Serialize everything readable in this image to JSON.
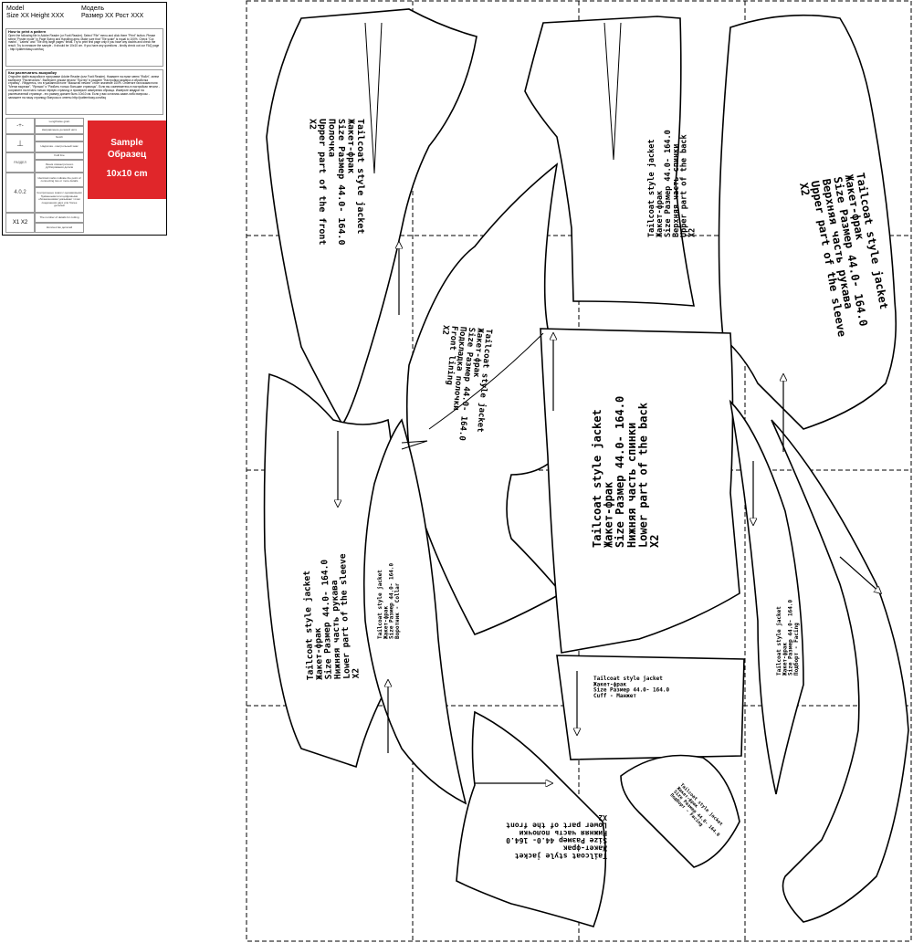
{
  "legend": {
    "model_en": "Model",
    "size_en": "Size XX Height XXX",
    "model_ru": "Модель",
    "size_ru": "Размер XX Рост XXX",
    "how_to_print_title": "How to print a pattern",
    "how_to_print_text": "Open the following file in Adobe Reader (or Foxit Reader). Select \"File\" menu and click there \"Print\" button. Please select \"Poster mode\" in Page Sizing and Handling area. Make sure that \"Tile scale\" is equal to 100%. Check \"Cut marks\", \"Labels\" and \"Tile only large pages\" fields. Try to print first page only if you have any doubts and check the result. Try to measure the sample - it should be 10x10 cm. If you have any questions - kindly check out our FAQ page - http://patternbasy.com/faq",
    "ru_title": "Как распечатать выкройку",
    "ru_text": "Откройте файл выкройки в программе Adobe Reader (или Foxit Reader). Нажмите на пункт меню \"Файл\", затем выберите \"Распечатать\". Выберите режим печати \"Постер\" в разделе \"Настройка размера и обработка страниц\". Убедитесь, что в указанной поле \"Масштаб печати\" стоит значение 100%. Отметьте галочками поля \"Метки вырезки\", \"Ярлыки\" и \"Разбить только большие страницы\". Если вы сомневаетесь в настройках печати - сохраните на печать только первую страницу и проверьте измерения образца. Измерьте квадрат на распечатанной странице - его размер должен быть 10х10 см. Если у вас остались какие-либо вопросы - запишите на нашу страницу Вопросы и ответы http://patternbasy.com/faq",
    "symbols": [
      {
        "glyph": "-+-",
        "text": "Lengthwise grain"
      },
      {
        "glyph": "",
        "text": "Направление долевой нити"
      },
      {
        "glyph": "⊥",
        "text": "Notch"
      },
      {
        "glyph": "",
        "text": "Надсечка - контрольный знак"
      },
      {
        "glyph": "РАЗДЕЛ",
        "text": "Fold line"
      },
      {
        "glyph": "",
        "text": "Линия симметричного дублирования детали"
      },
      {
        "glyph": "4.0.2",
        "text": "Identical marks indicate the point of connecting two or more details"
      },
      {
        "glyph": "",
        "text": "Контрольные знаки с одинаковыми буквенными или цифровыми обозначениями указывают точки соединения двух или более деталей"
      },
      {
        "glyph": "X1 X2",
        "text": "The number of details for cutting"
      },
      {
        "glyph": "",
        "text": "Количество деталей"
      }
    ],
    "sample_en": "Sample",
    "sample_ru": "Образец",
    "sample_size": "10x10 cm"
  },
  "pieces": [
    {
      "lines": [
        "Tailcoat style jacket",
        "Жакет-фрак",
        "Size Размер   44.0- 164.0",
        "Полочка",
        "Upper part of the front",
        "X2"
      ]
    },
    {
      "lines": [
        "Tailcoat style jacket",
        "Жакет-фрак",
        "Size Размер   44.0- 164.0",
        "Верхняя часть спинки",
        "Upper part of the back",
        "X2"
      ]
    },
    {
      "lines": [
        "Tailcoat style jacket",
        "Жакет-фрак",
        "Size Размер   44.0- 164.0",
        "Верхняя часть рукава",
        "Upper part of the sleeve",
        "X2"
      ]
    },
    {
      "lines": [
        "Tailcoat style jacket",
        "Жакет-фрак",
        "Size Размер   44.0- 164.0",
        "Подкладка полочки",
        "Front lining",
        "X2"
      ]
    },
    {
      "lines": [
        "Tailcoat style jacket",
        "Жакет-фрак",
        "Size Размер   44.0- 164.0",
        "Нижняя часть спинки",
        "Lower part of the back",
        "X2"
      ]
    },
    {
      "lines": [
        "Tailcoat style jacket",
        "Жакет-фрак",
        "Size Размер   44.0- 164.0",
        "Нижняя часть рукава",
        "Lower part of the sleeve",
        "X2"
      ]
    },
    {
      "lines": [
        "Tailcoat style jacket",
        "Жакет-фрак",
        "Size Размер 44.0- 164.0",
        "Воротник - Collar"
      ]
    },
    {
      "lines": [
        "Tailcoat style jacket",
        "Жакет-фрак",
        "Size Размер   44.0- 164.0",
        "Cuff - Манжет"
      ]
    },
    {
      "lines": [
        "Tailcoat style jacket",
        "Жакет-фрак",
        "Size Размер   44.0- 164.0",
        "Нижняя часть полочки",
        "Lower part of the front",
        "X2"
      ]
    },
    {
      "lines": [
        "Tailcoat style jacket",
        "Жакет-фрак",
        "Size Размер 44.0- 164.0",
        "Подборт - Facing"
      ]
    },
    {
      "lines": [
        "Tailcoat style jacket",
        "Жакет-фрак",
        "Size Размер 44.0- 164.0",
        "Подборт - Facing"
      ]
    }
  ]
}
